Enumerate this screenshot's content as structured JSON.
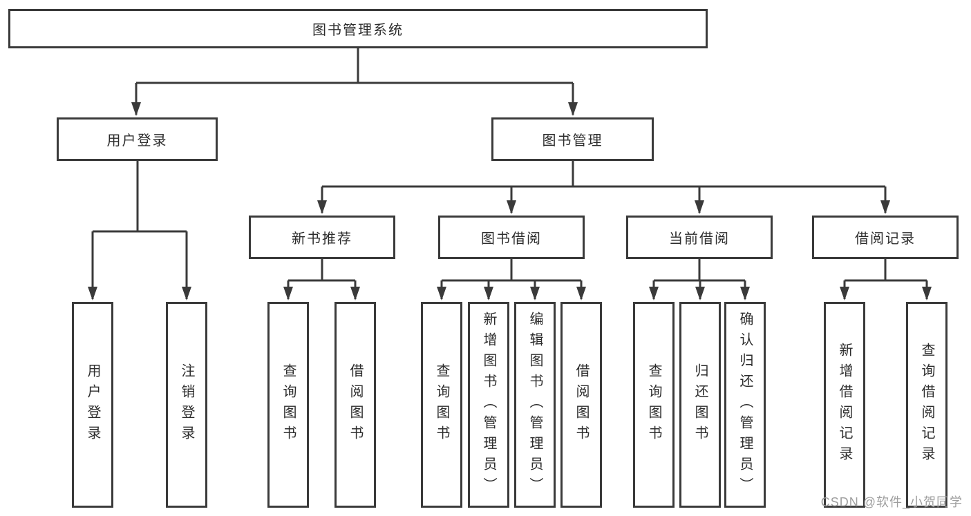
{
  "colors": {
    "line": "#3a3a3a",
    "box_border": "#3a3a3a",
    "text": "#2d2d2d",
    "background": "#ffffff",
    "watermark": "#9e9e9e"
  },
  "watermark": {
    "text": "CSDN @软件_小贺同学"
  },
  "diagram": {
    "root": {
      "label": "图书管理系统"
    },
    "user_login": {
      "label": "用户登录",
      "children": [
        {
          "label": "用户登录"
        },
        {
          "label": "注销登录"
        }
      ]
    },
    "book_mgmt": {
      "label": "图书管理",
      "groups": [
        {
          "label": "新书推荐",
          "children": [
            {
              "label": "查询图书"
            },
            {
              "label": "借阅图书"
            }
          ]
        },
        {
          "label": "图书借阅",
          "children": [
            {
              "label": "查询图书"
            },
            {
              "label": "新增图书（管理员）"
            },
            {
              "label": "编辑图书（管理员）"
            },
            {
              "label": "借阅图书"
            }
          ]
        },
        {
          "label": "当前借阅",
          "children": [
            {
              "label": "查询图书"
            },
            {
              "label": "归还图书"
            },
            {
              "label": "确认归还（管理员）"
            }
          ]
        },
        {
          "label": "借阅记录",
          "children": [
            {
              "label": "新增借阅记录"
            },
            {
              "label": "查询借阅记录"
            }
          ]
        }
      ]
    }
  }
}
